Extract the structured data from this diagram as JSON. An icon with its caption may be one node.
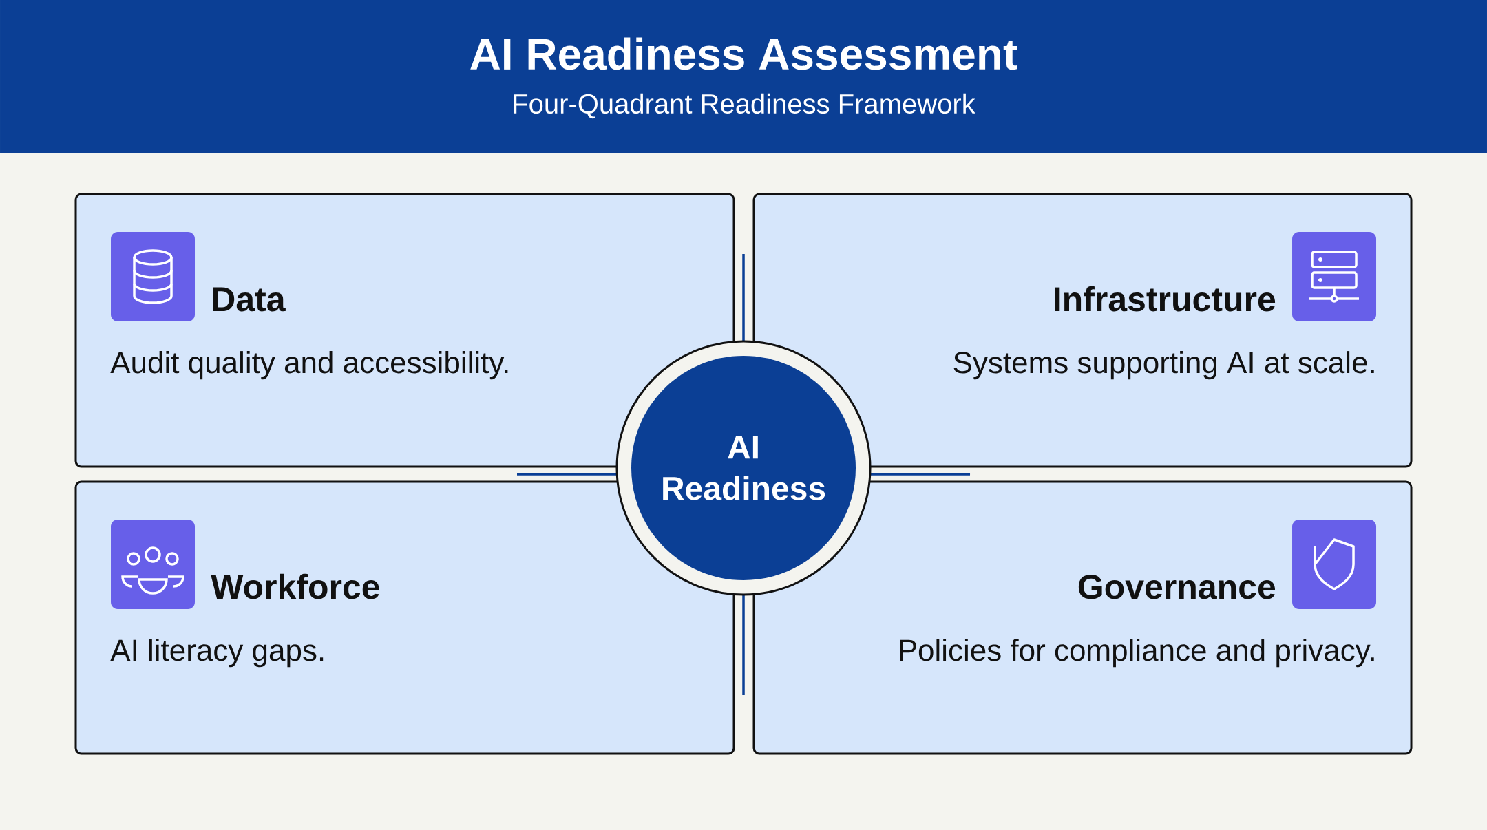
{
  "diagram": {
    "title": "AI Readiness Assessment",
    "caption": "Four-Quadrant Readiness Framework",
    "nodes": [
      {
        "text": [
          "Data",
          "Audit quality and accessibility."
        ]
      },
      {
        "text": [
          "Infrastructure",
          "Systems supporting AI at scale."
        ]
      },
      {
        "text": [
          "Workforce",
          "AI literacy gaps."
        ]
      },
      {
        "text": [
          "Governance",
          "Policies for compliance and privacy."
        ]
      },
      {
        "text": [
          "AI Readiness"
        ]
      }
    ]
  }
}
